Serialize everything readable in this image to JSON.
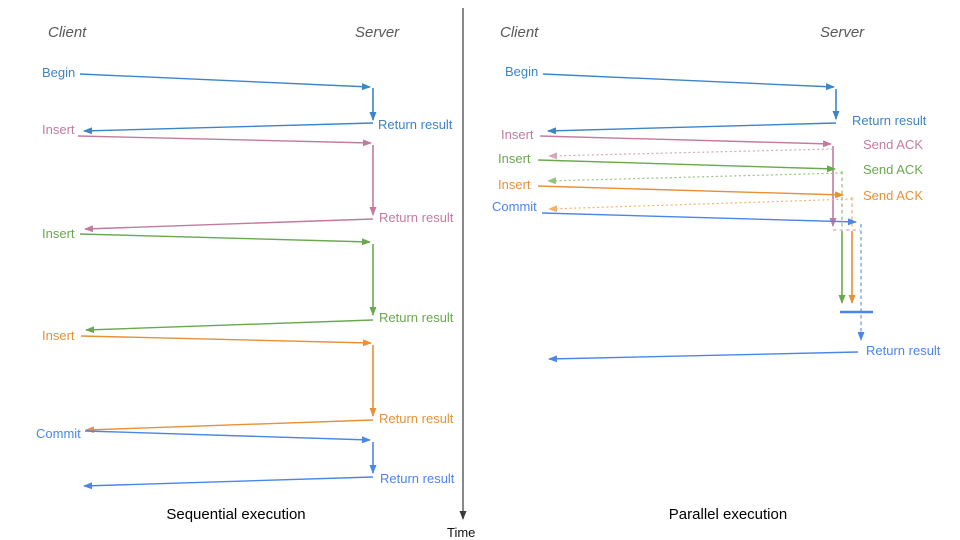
{
  "left": {
    "title": "Sequential execution",
    "client": "Client",
    "server": "Server",
    "ops": [
      {
        "label": "Begin",
        "result": "Return result"
      },
      {
        "label": "Insert",
        "result": "Return result"
      },
      {
        "label": "Insert",
        "result": "Return result"
      },
      {
        "label": "Insert",
        "result": "Return result"
      },
      {
        "label": "Commit",
        "result": "Return result"
      }
    ]
  },
  "right": {
    "title": "Parallel execution",
    "client": "Client",
    "server": "Server",
    "ops": [
      {
        "label": "Begin",
        "result": "Return result"
      },
      {
        "label": "Insert",
        "result": "Send ACK"
      },
      {
        "label": "Insert",
        "result": "Send ACK"
      },
      {
        "label": "Insert",
        "result": "Send ACK"
      },
      {
        "label": "Commit",
        "result": "Return result"
      }
    ]
  },
  "time_label": "Time",
  "colors": {
    "begin_blue": "#3d85c6",
    "commit_blue": "#4a86e8",
    "insert_pink": "#c27ba0",
    "insert_green": "#6aa84f",
    "insert_orange": "#e69138",
    "pink_light": "#d5a6bd",
    "green_light": "#93c47d",
    "orange_light": "#f6b26b",
    "blue_light": "#6d9eeb",
    "axis_dark": "#3b3b3b"
  }
}
